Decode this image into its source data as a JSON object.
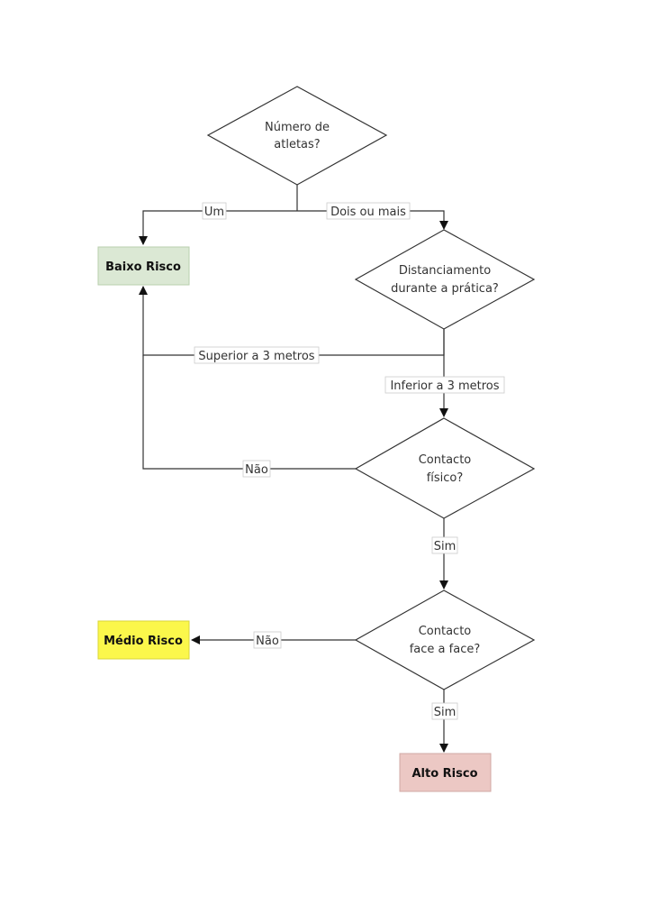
{
  "decisions": {
    "athletes": {
      "line1": "Número de",
      "line2": "atletas?"
    },
    "distance": {
      "line1": "Distanciamento",
      "line2": "durante a prática?"
    },
    "contact": {
      "line1": "Contacto",
      "line2": "físico?"
    },
    "face": {
      "line1": "Contacto",
      "line2": "face a face?"
    }
  },
  "results": {
    "low": {
      "label": "Baixo Risco",
      "color": "#dbe8d4"
    },
    "medium": {
      "label": "Médio Risco",
      "color": "#fbf74b"
    },
    "high": {
      "label": "Alto Risco",
      "color": "#ecc8c4"
    }
  },
  "edges": {
    "one": "Um",
    "two_or_more": "Dois ou mais",
    "above_3m": "Superior a 3 metros",
    "below_3m": "Inferior a 3 metros",
    "contact_no": "Não",
    "contact_yes": "Sim",
    "face_no": "Não",
    "face_yes": "Sim"
  }
}
